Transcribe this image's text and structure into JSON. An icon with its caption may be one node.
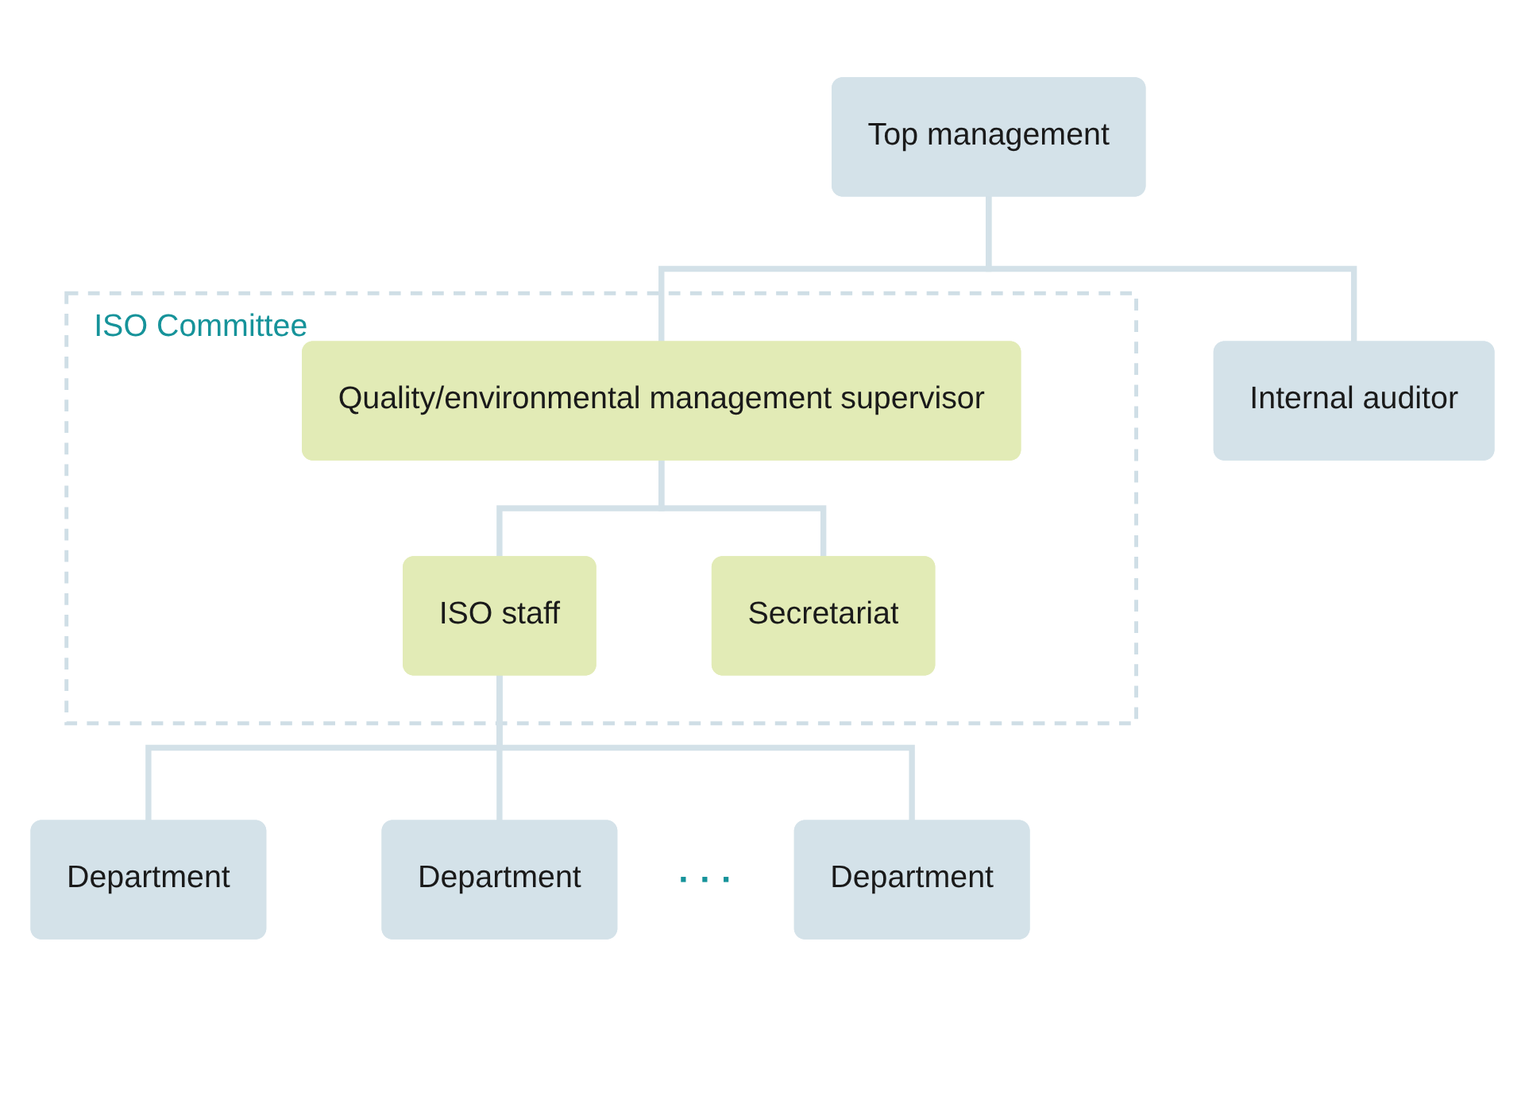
{
  "diagram": {
    "nodes": [
      {
        "text": [
          "Top management"
        ]
      },
      {
        "text": [
          "Internal auditor"
        ]
      },
      {
        "text": [
          "ISO Committee"
        ]
      },
      {
        "text": [
          "Quality/environmental management supervisor"
        ],
        "in": 2
      },
      {
        "text": [
          "Secretariat"
        ],
        "in": 2
      },
      {
        "text": [
          "ISO staff"
        ],
        "in": 2
      },
      {
        "text": [
          "Department"
        ]
      },
      {
        "text": [
          "Department"
        ]
      },
      {
        "text": [
          "Department"
        ]
      }
    ],
    "edges": [
      {
        "from": 0,
        "to": 1,
        "arrow": "none"
      },
      {
        "from": 0,
        "to": 3,
        "arrow": "none"
      },
      {
        "from": 3,
        "to": 4,
        "arrow": "none"
      },
      {
        "from": 3,
        "to": 5,
        "arrow": "none"
      },
      {
        "from": 5,
        "to": 6,
        "arrow": "none"
      },
      {
        "from": 5,
        "to": 7,
        "arrow": "none"
      },
      {
        "from": 5,
        "to": 8,
        "arrow": "none"
      }
    ],
    "labels": [
      "· · ·"
    ]
  }
}
